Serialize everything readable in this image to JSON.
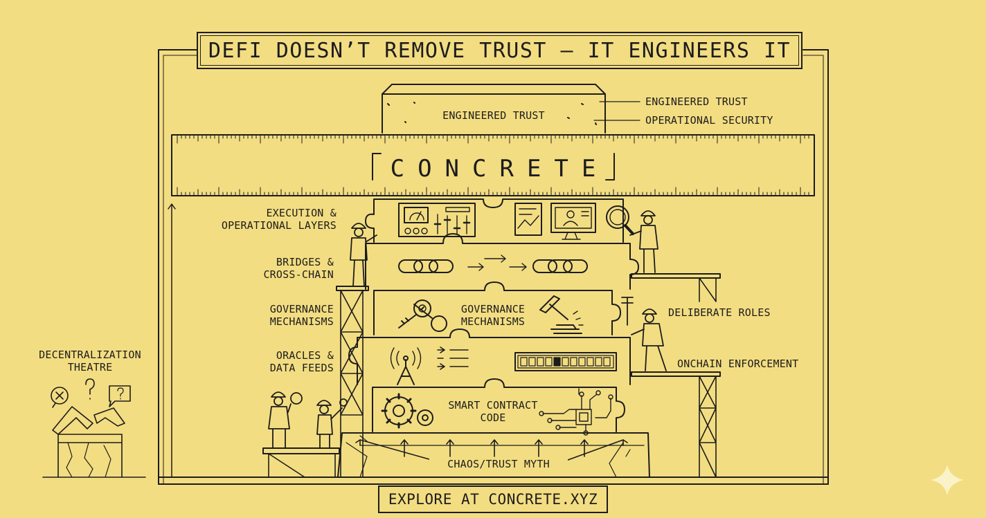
{
  "title": "DEFI DOESN’T REMOVE TRUST — IT ENGINEERS IT",
  "footer": "EXPLORE AT CONCRETE.XYZ",
  "ruler_label": "CONCRETE",
  "cap_block_label": "ENGINEERED TRUST",
  "top_right_labels": [
    "ENGINEERED TRUST",
    "OPERATIONAL SECURITY"
  ],
  "layers_left": [
    [
      "EXECUTION &",
      "OPERATIONAL LAYERS"
    ],
    [
      "BRIDGES &",
      "CROSS-CHAIN"
    ],
    [
      "GOVERNANCE",
      "MECHANISMS"
    ],
    [
      "ORACLES &",
      "DATA FEEDS"
    ]
  ],
  "governance_center": [
    "GOVERNANCE",
    "MECHANISMS"
  ],
  "smart_contract": [
    "SMART CONTRACT",
    "CODE"
  ],
  "right_labels": [
    "DELIBERATE ROLES",
    "ONCHAIN ENFORCEMENT"
  ],
  "base_label": "CHAOS/TRUST MYTH",
  "theatre": [
    "DECENTRALIZATION",
    "THEATRE"
  ],
  "colors": {
    "background": "#f3dd82",
    "ink": "#1c1c1c"
  }
}
